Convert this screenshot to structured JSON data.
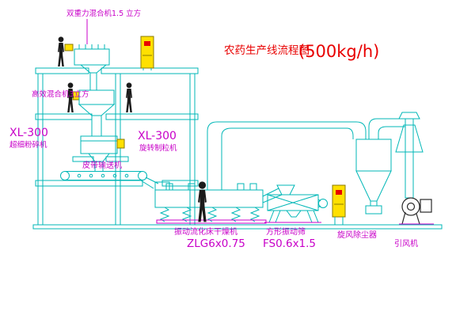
{
  "title": {
    "text": "农药生产线流程图",
    "capacity": "(500kg/h)"
  },
  "equipment_labels": {
    "gravity_mixer": "双重力混合机1.5 立方",
    "efficient_mixer": "高效混合机3立方",
    "mill_model": "XL-300",
    "mill_name": "超细粉碎机",
    "granulator_model": "XL-300",
    "granulator_name": "旋转制粒机",
    "belt_conveyor": "皮带输送机",
    "fluid_bed_dryer": "振动流化床干燥机",
    "fluid_bed_dryer_model": "ZLG6x0.75",
    "vibrating_screen": "方形振动筛",
    "vibrating_screen_model": "FS0.6x1.5",
    "cyclone": "旋风除尘器",
    "induced_draft_fan": "引风机"
  },
  "colors": {
    "outline_cyan": "#00b7b7",
    "hatch_green": "#00a000",
    "label_magenta": "#c800c8",
    "title_red": "#e80000",
    "cabinet_yellow": "#ffe000",
    "figure_black": "#1b1b1b"
  }
}
